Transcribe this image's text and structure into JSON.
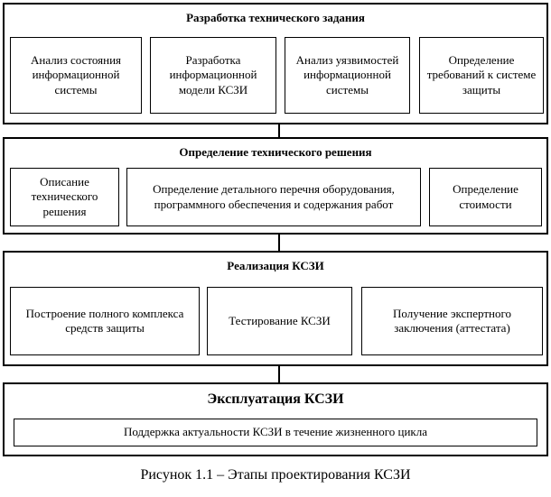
{
  "stages": [
    {
      "title": "Разработка технического задания",
      "items": [
        "Анализ состояния информационной системы",
        "Разработка информационной модели КСЗИ",
        "Анализ уязвимостей информационной системы",
        "Определение требований к системе защиты"
      ]
    },
    {
      "title": "Определение технического решения",
      "items": [
        "Описание технического решения",
        "Определение детального перечня оборудования, программного обеспечения и содержания работ",
        "Определение стоимости"
      ]
    },
    {
      "title": "Реализация КСЗИ",
      "items": [
        "Построение полного комплекса средств защиты",
        "Тестирование КСЗИ",
        "Получение экспертного заключения (аттестата)"
      ]
    },
    {
      "title": "Эксплуатация КСЗИ",
      "items": [
        "Поддержка актуальности КСЗИ в течение жизненного цикла"
      ]
    }
  ],
  "caption": "Рисунок 1.1 – Этапы проектирования КСЗИ"
}
